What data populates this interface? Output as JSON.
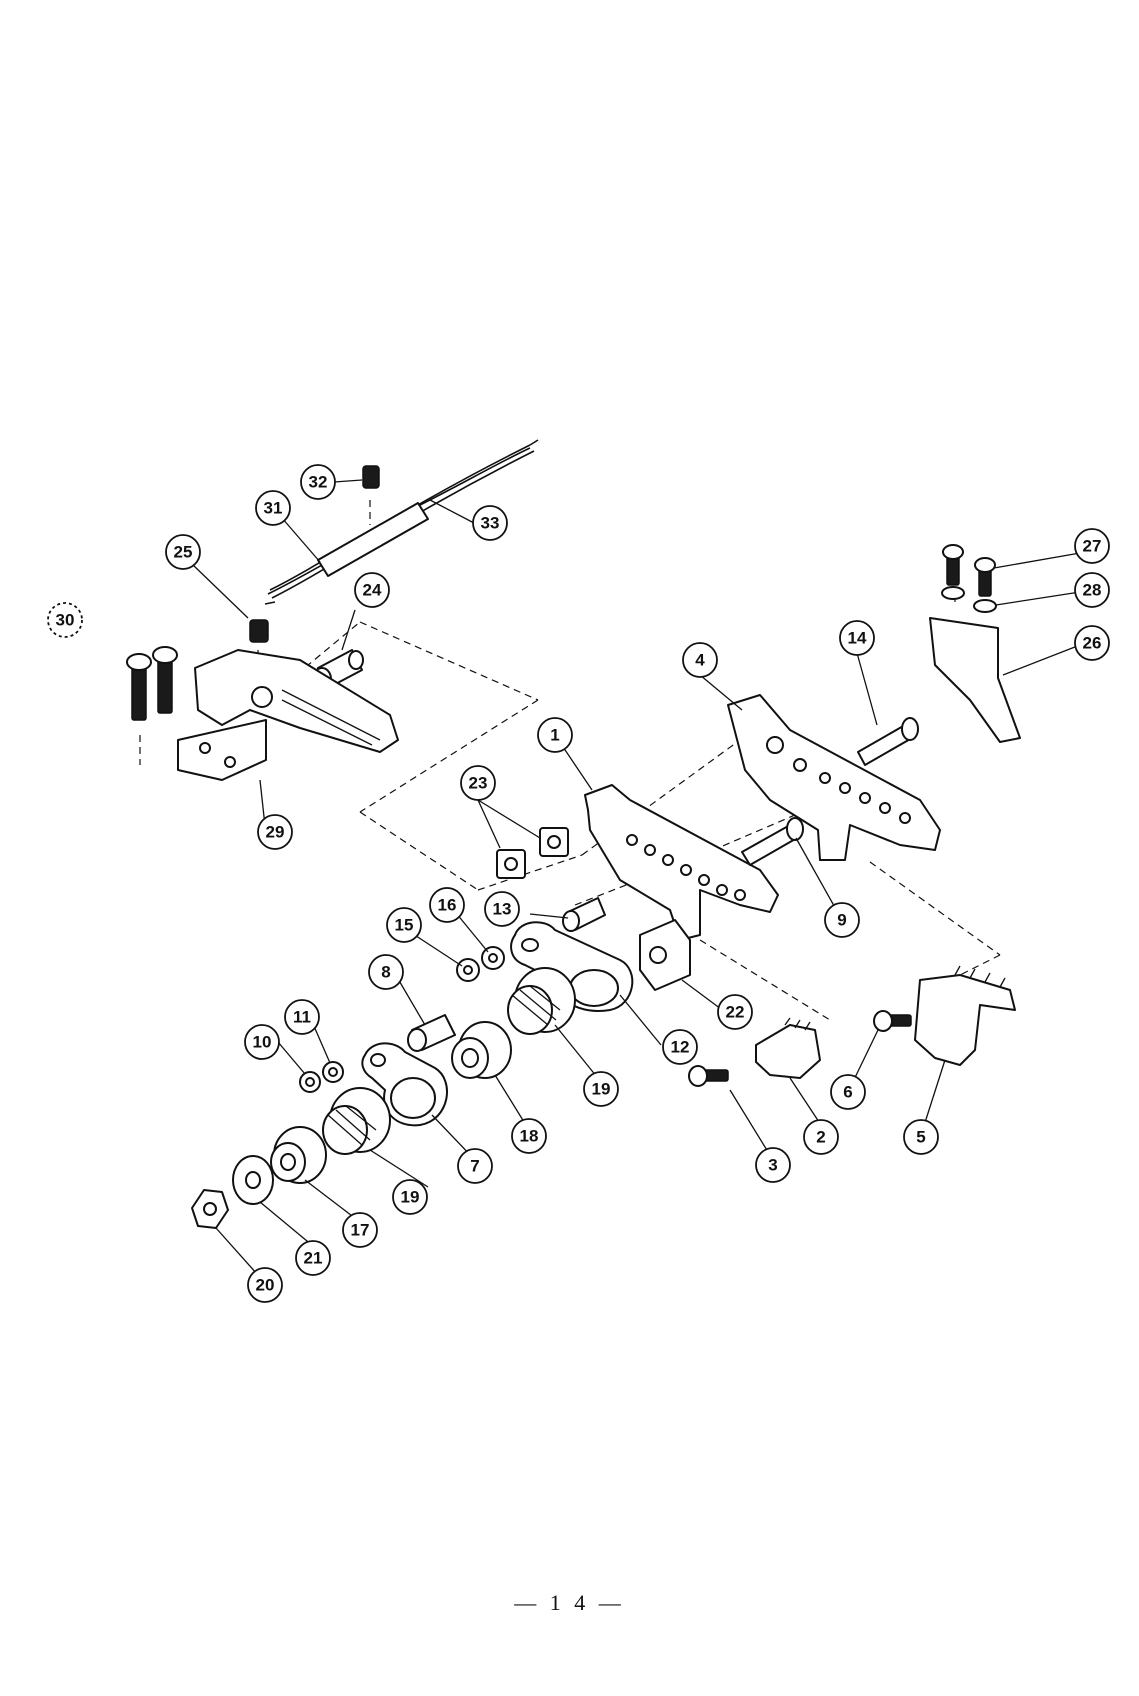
{
  "callouts": [
    {
      "id": "1",
      "label": "1"
    },
    {
      "id": "2",
      "label": "2"
    },
    {
      "id": "3",
      "label": "3"
    },
    {
      "id": "4",
      "label": "4"
    },
    {
      "id": "5",
      "label": "5"
    },
    {
      "id": "6",
      "label": "6"
    },
    {
      "id": "7",
      "label": "7"
    },
    {
      "id": "8",
      "label": "8"
    },
    {
      "id": "9",
      "label": "9"
    },
    {
      "id": "10",
      "label": "10"
    },
    {
      "id": "11",
      "label": "11"
    },
    {
      "id": "12",
      "label": "12"
    },
    {
      "id": "13",
      "label": "13"
    },
    {
      "id": "14",
      "label": "14"
    },
    {
      "id": "15",
      "label": "15"
    },
    {
      "id": "16",
      "label": "16"
    },
    {
      "id": "17",
      "label": "17"
    },
    {
      "id": "18",
      "label": "18"
    },
    {
      "id": "19a",
      "label": "19"
    },
    {
      "id": "19b",
      "label": "19"
    },
    {
      "id": "20",
      "label": "20"
    },
    {
      "id": "21",
      "label": "21"
    },
    {
      "id": "22",
      "label": "22"
    },
    {
      "id": "23",
      "label": "23"
    },
    {
      "id": "24",
      "label": "24"
    },
    {
      "id": "25",
      "label": "25"
    },
    {
      "id": "26",
      "label": "26"
    },
    {
      "id": "27",
      "label": "27"
    },
    {
      "id": "28",
      "label": "28"
    },
    {
      "id": "29",
      "label": "29"
    },
    {
      "id": "30",
      "label": "30"
    },
    {
      "id": "31",
      "label": "31"
    },
    {
      "id": "32",
      "label": "32"
    },
    {
      "id": "33",
      "label": "33"
    }
  ],
  "footer": {
    "page_number": "— 1 4 —"
  }
}
